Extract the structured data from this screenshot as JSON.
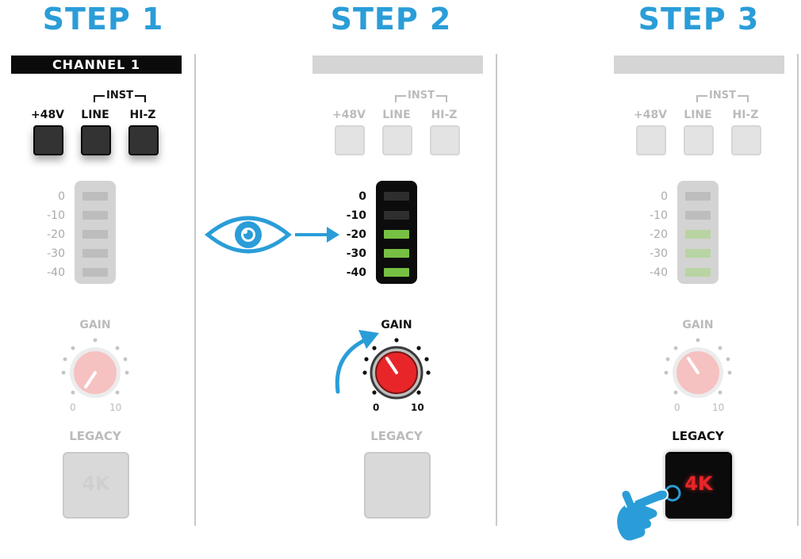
{
  "steps": [
    {
      "title": "STEP 1"
    },
    {
      "title": "STEP 2"
    },
    {
      "title": "STEP 3"
    }
  ],
  "channel_label": "CHANNEL 1",
  "inst_label": "INST",
  "buttons": [
    "+48V",
    "LINE",
    "HI-Z"
  ],
  "meter_labels": [
    "0",
    "-10",
    "-20",
    "-30",
    "-40"
  ],
  "step2_meter_lit": [
    false,
    false,
    true,
    true,
    true
  ],
  "gain_label": "GAIN",
  "gain_min": "0",
  "gain_max": "10",
  "legacy_label": "LEGACY",
  "legacy_button_text": "4K",
  "icons": [
    "eye-icon",
    "arrow-right-icon",
    "curved-arrow-icon",
    "hand-pointer-icon"
  ],
  "colors": {
    "title_blue": "#2a9dd8",
    "knob_red": "#e8262a",
    "meter_green": "#77c043",
    "legacy_red": "#e8262a"
  }
}
